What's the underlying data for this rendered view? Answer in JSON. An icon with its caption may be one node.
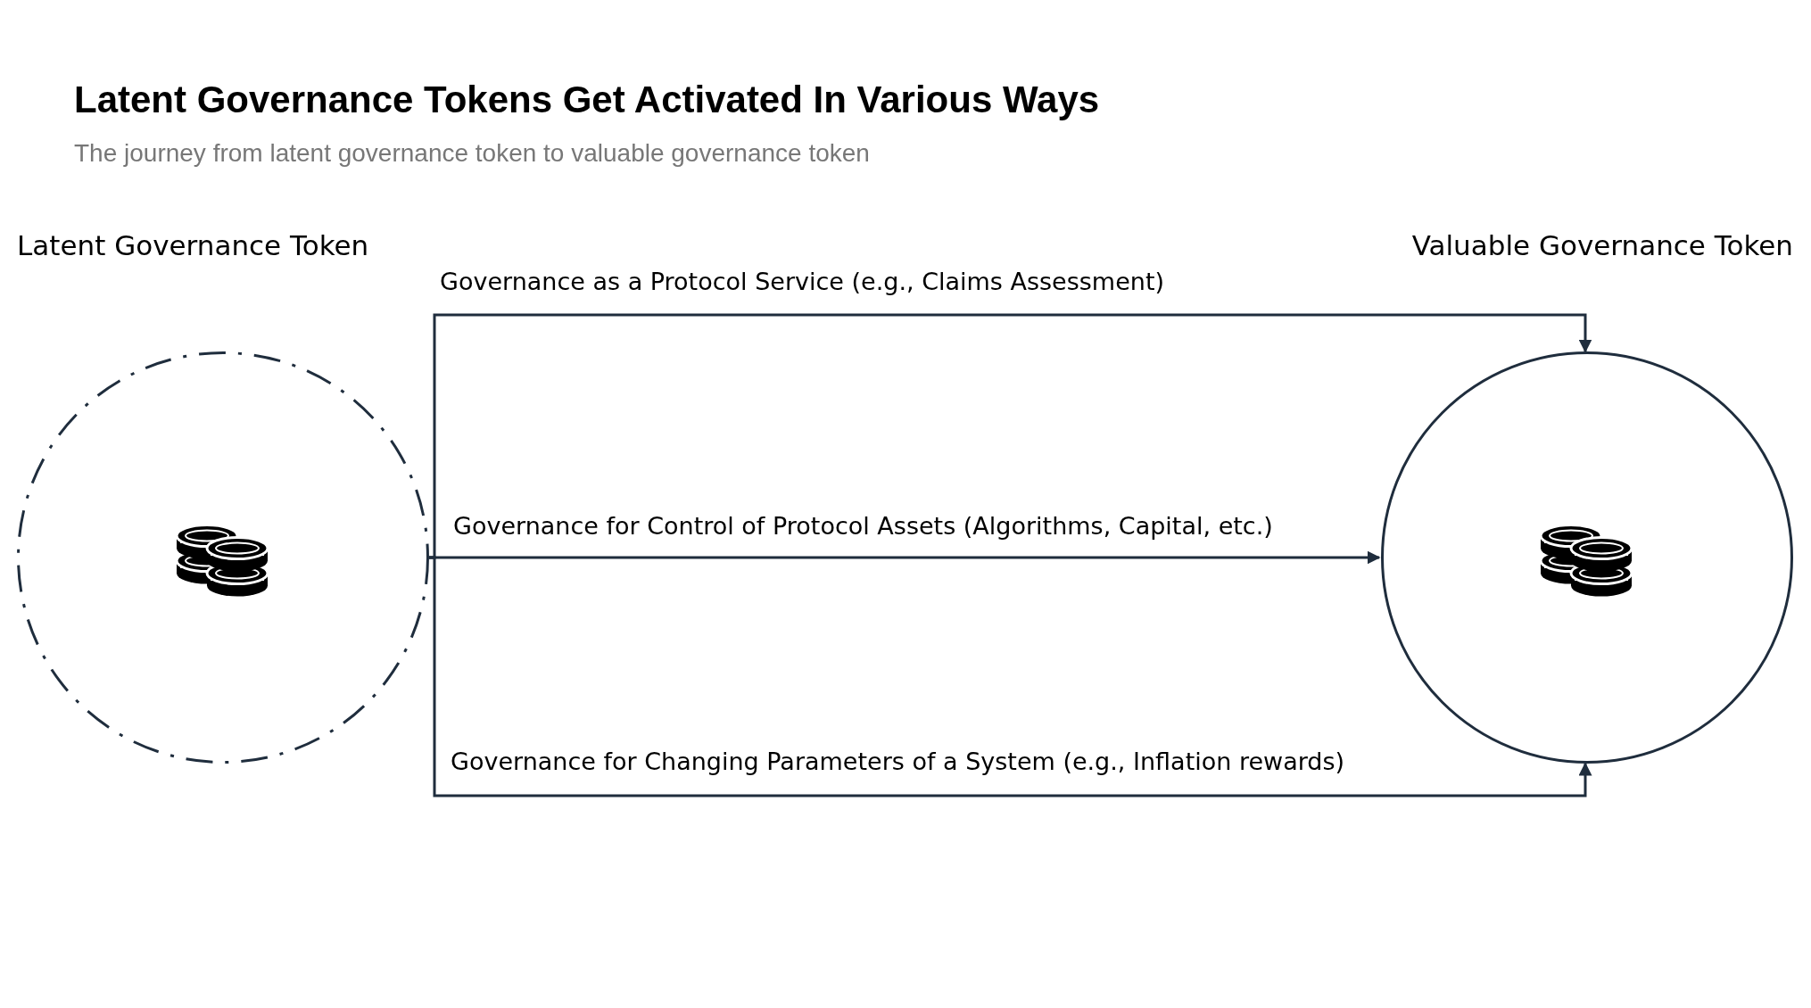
{
  "diagram": {
    "title": "Latent Governance Tokens Get Activated In Various Ways",
    "nodes": [
      {
        "text": [
          "Latent Governance Token"
        ]
      },
      {
        "text": [
          "Valuable Governance Token"
        ]
      }
    ],
    "edges": [
      {
        "from": 0,
        "to": 1,
        "arrow": "to",
        "label": "Governance as a Protocol Service (e.g., Claims Assessment)"
      },
      {
        "from": 0,
        "to": 1,
        "arrow": "to",
        "label": "Governance for Control of Protocol Assets (Algorithms, Capital, etc.)"
      },
      {
        "from": 0,
        "to": 1,
        "arrow": "to",
        "label": "Governance for Changing Parameters of a System (e.g., Inflation rewards)"
      }
    ],
    "labels": [
      "The journey from latent governance token to valuable governance token"
    ]
  }
}
